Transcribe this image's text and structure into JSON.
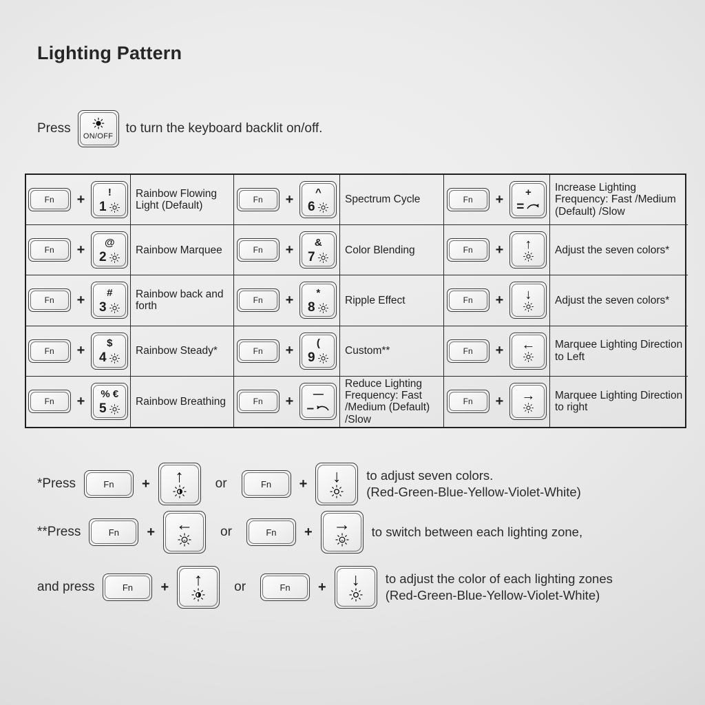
{
  "page": {
    "title": "Lighting Pattern",
    "intro": {
      "prefix": "Press",
      "key": {
        "icon": "sun-filled-icon",
        "label": "ON/OFF"
      },
      "suffix": "to turn the keyboard backlit on/off."
    }
  },
  "table": {
    "plus": "+",
    "fn_label": "Fn",
    "rows": [
      {
        "groups": [
          {
            "fn": "Fn",
            "key": {
              "top": "!",
              "num": "1",
              "icon": "sun-icon"
            },
            "desc": "Rainbow Flowing Light (Default)"
          },
          {
            "fn": "Fn",
            "key": {
              "top": "^",
              "num": "6",
              "icon": "sun-icon"
            },
            "desc": "Spectrum Cycle"
          },
          {
            "fn": "Fn",
            "key": {
              "top": "+",
              "num": "=",
              "icon": "arrow-curve-right-icon"
            },
            "desc": "Increase Lighting Frequency: Fast /Medium (Default) /Slow"
          }
        ]
      },
      {
        "groups": [
          {
            "fn": "Fn",
            "key": {
              "top": "@",
              "num": "2",
              "icon": "sun-icon"
            },
            "desc": "Rainbow Marquee"
          },
          {
            "fn": "Fn",
            "key": {
              "top": "&",
              "num": "7",
              "icon": "sun-icon"
            },
            "desc": "Color Blending"
          },
          {
            "fn": "Fn",
            "key": {
              "arrow": "↑",
              "icon": "sun-icon"
            },
            "desc": "Adjust the seven colors*"
          }
        ]
      },
      {
        "groups": [
          {
            "fn": "Fn",
            "key": {
              "top": "#",
              "num": "3",
              "icon": "sun-icon"
            },
            "desc": "Rainbow back and forth"
          },
          {
            "fn": "Fn",
            "key": {
              "top": "*",
              "num": "8",
              "icon": "sun-icon"
            },
            "desc": "Ripple Effect"
          },
          {
            "fn": "Fn",
            "key": {
              "arrow": "↓",
              "icon": "sun-icon"
            },
            "desc": "Adjust the seven colors*"
          }
        ]
      },
      {
        "groups": [
          {
            "fn": "Fn",
            "key": {
              "top": "$",
              "num": "4",
              "icon": "sun-icon"
            },
            "desc": "Rainbow Steady*"
          },
          {
            "fn": "Fn",
            "key": {
              "top": "(",
              "num": "9",
              "icon": "sun-icon"
            },
            "desc": "Custom**"
          },
          {
            "fn": "Fn",
            "key": {
              "arrow": "←",
              "icon": "sun-icon"
            },
            "desc": "Marquee Lighting Direction to Left"
          }
        ]
      },
      {
        "groups": [
          {
            "fn": "Fn",
            "key": {
              "top": "% €",
              "num": "5",
              "icon": "sun-icon"
            },
            "desc": "Rainbow Breathing"
          },
          {
            "fn": "Fn",
            "key": {
              "top": "—",
              "num": "–",
              "icon": "arrow-curve-left-icon"
            },
            "desc": "Reduce Lighting Frequency: Fast /Medium (Default) /Slow"
          },
          {
            "fn": "Fn",
            "key": {
              "arrow": "→",
              "icon": "sun-icon"
            },
            "desc": "Marquee Lighting Direction to right"
          }
        ]
      }
    ]
  },
  "notes": [
    {
      "label": "*Press",
      "or": "or",
      "fn": "Fn",
      "plus": "+",
      "key_a": {
        "arrow": "↑",
        "icon": "sun-bright-icon"
      },
      "key_b": {
        "arrow": "↓",
        "icon": "sun-icon"
      },
      "text_line1": "to adjust seven colors.",
      "text_line2": "(Red-Green-Blue-Yellow-Violet-White)"
    },
    {
      "label": "**Press",
      "or": "or",
      "fn": "Fn",
      "plus": "+",
      "key_a": {
        "arrow": "←",
        "icon": "sun-prev-icon"
      },
      "key_b": {
        "arrow": "→",
        "icon": "sun-next-icon"
      },
      "text_line1": "to switch between each lighting zone,",
      "text_line2": ""
    },
    {
      "label": "and press",
      "or": "or",
      "fn": "Fn",
      "plus": "+",
      "key_a": {
        "arrow": "↑",
        "icon": "sun-bright-icon"
      },
      "key_b": {
        "arrow": "↓",
        "icon": "sun-icon"
      },
      "text_line1": "to adjust the color of each lighting zones",
      "text_line2": "(Red-Green-Blue-Yellow-Violet-White)"
    }
  ],
  "colors": {
    "ink": "#1f1f1f",
    "border": "#2a2a2a",
    "bg_light": "#f2f2f2",
    "bg_dark": "#cfcfcf"
  }
}
